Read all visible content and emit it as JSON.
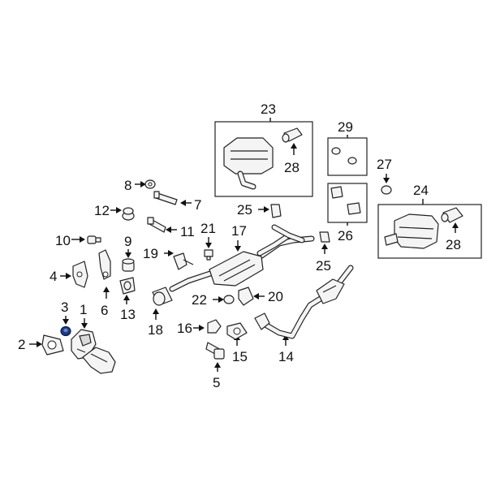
{
  "diagram": {
    "callouts": {
      "c1": "1",
      "c2": "2",
      "c3": "3",
      "c4": "4",
      "c5": "5",
      "c6": "6",
      "c7": "7",
      "c8": "8",
      "c9": "9",
      "c10": "10",
      "c11": "11",
      "c12": "12",
      "c13": "13",
      "c14": "14",
      "c15": "15",
      "c16": "16",
      "c17": "17",
      "c18": "18",
      "c19": "19",
      "c20": "20",
      "c21": "21",
      "c22": "22",
      "c23": "23",
      "c24": "24",
      "c25a": "25",
      "c25b": "25",
      "c26": "26",
      "c27": "27",
      "c28a": "28",
      "c28b": "28",
      "c29": "29"
    },
    "colors": {
      "line": "#222222",
      "part_fill": "#f4f4f4",
      "highlight_part": "#1a3a8a"
    }
  }
}
